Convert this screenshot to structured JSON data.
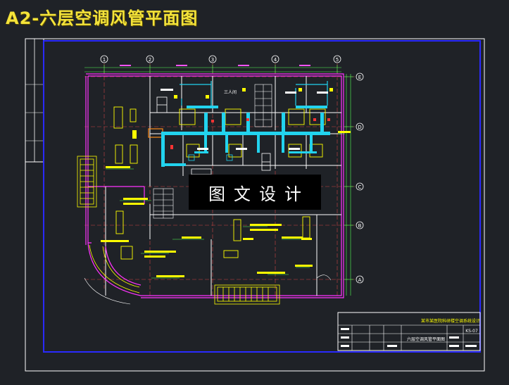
{
  "header": {
    "title": "A2-六层空调风管平面图"
  },
  "watermark": {
    "text": "图文设计"
  },
  "grid_axes": {
    "top": [
      "1",
      "2",
      "3",
      "4",
      "5"
    ],
    "right": [
      "E",
      "D",
      "C",
      "B",
      "A"
    ]
  },
  "rooms": [
    "三人间"
  ],
  "title_block": {
    "project": "某市某医院科研楼空调系统设计",
    "drawing_name": "六层空调风管平面图",
    "drawing_no": "KS-07"
  },
  "colors": {
    "frame": "#2a2aff",
    "wall": "#ffffff",
    "duct": "#22d3ee",
    "equipment": "#ffff00",
    "dim": "#55ff55",
    "outer_wall": "#ff33ff",
    "axis": "#00ff00"
  }
}
